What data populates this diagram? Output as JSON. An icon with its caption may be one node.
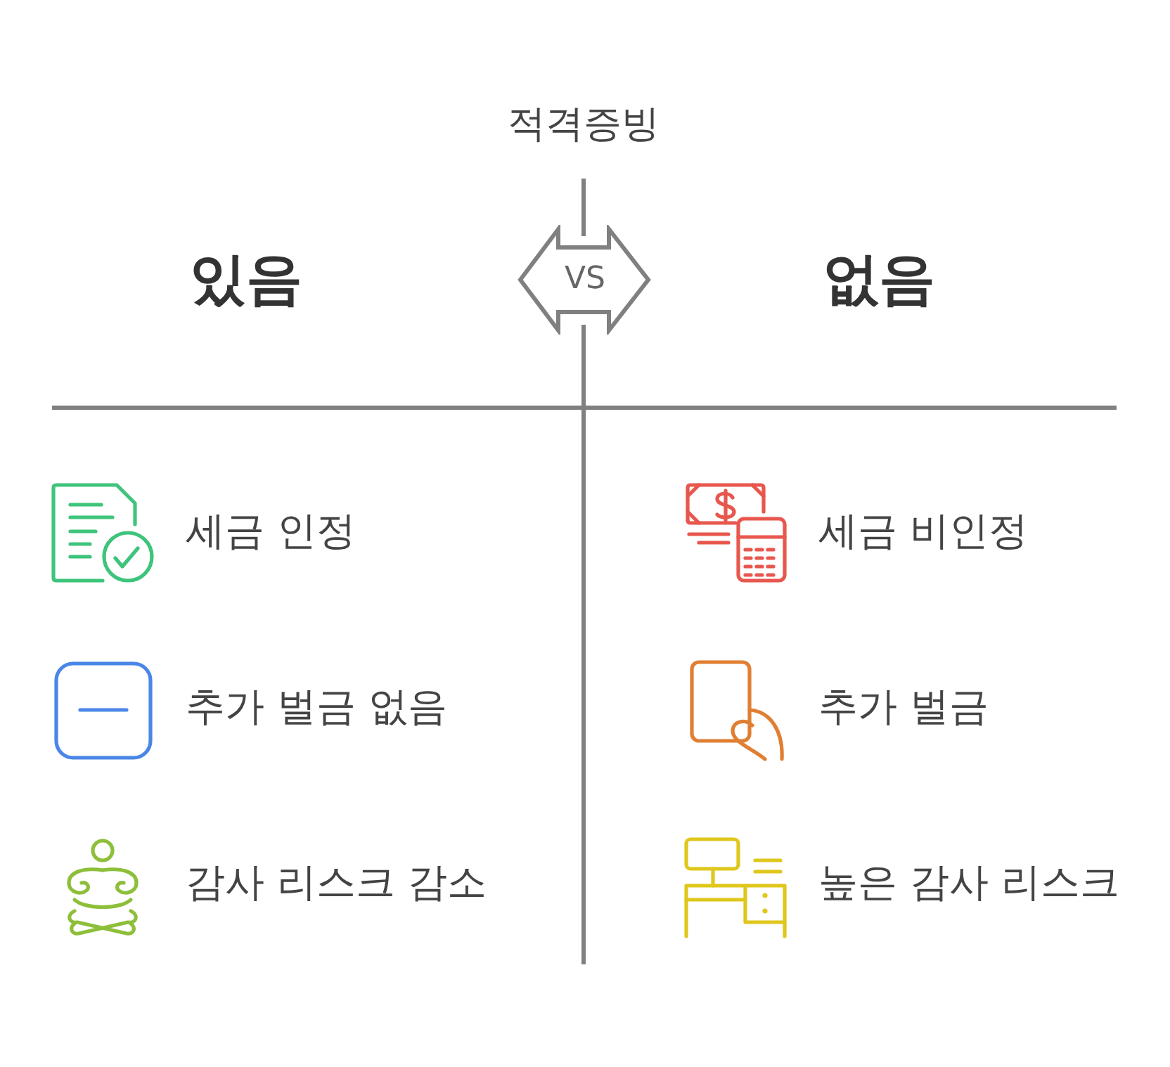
{
  "diagram": {
    "title": "적격증빙",
    "nodes": [
      {
        "text": [
          "VS"
        ]
      }
    ],
    "labels": [
      "있음",
      "없음",
      "세금 인정",
      "세금 비인정",
      "추가 벌금 없음",
      "추가 벌금",
      "감사 리스크 감소",
      "높은 감사 리스크"
    ]
  }
}
